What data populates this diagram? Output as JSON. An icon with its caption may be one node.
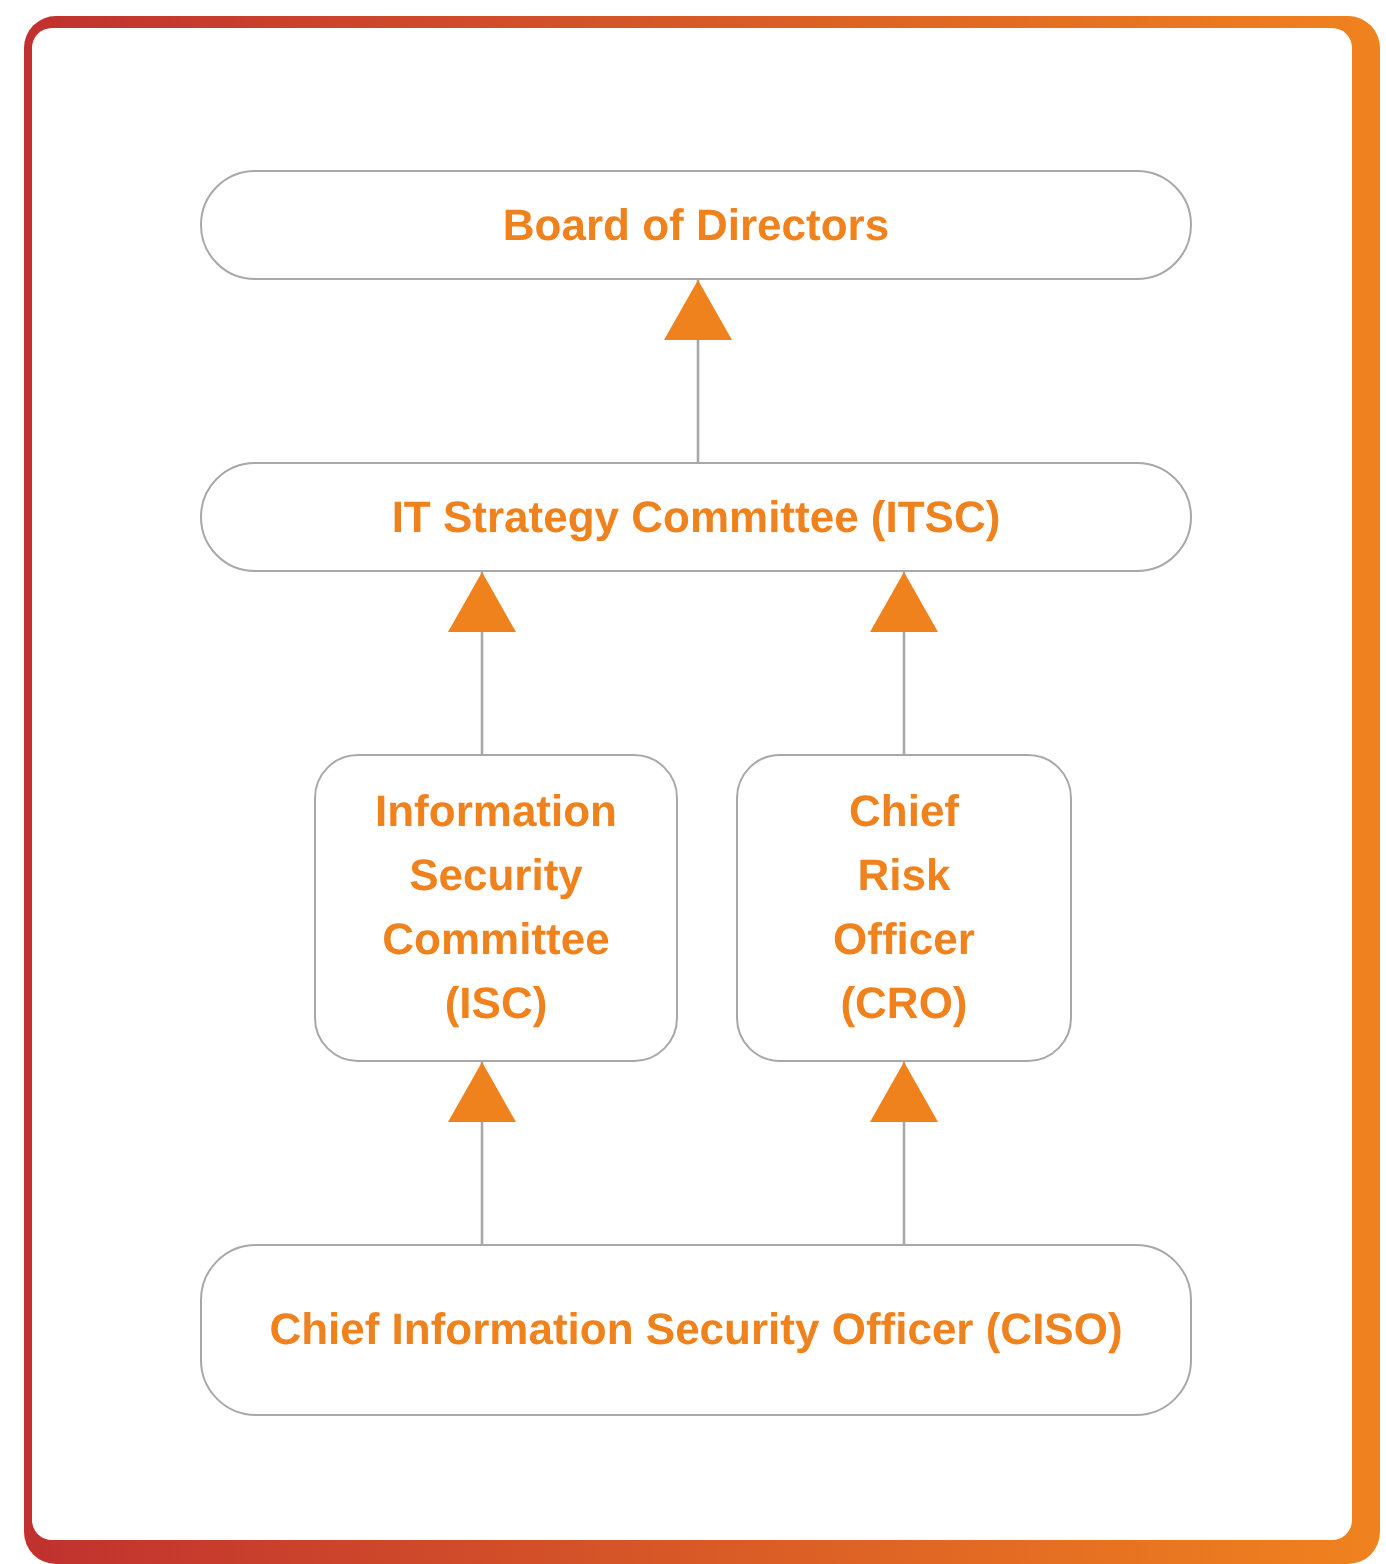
{
  "diagram": {
    "nodes": [
      {
        "text": [
          "Board of Directors"
        ]
      },
      {
        "text": [
          "IT Strategy Committee (ITSC)"
        ]
      },
      {
        "text": [
          "Information Security Committee (ISC)"
        ]
      },
      {
        "text": [
          "Chief Risk Officer (CRO)"
        ]
      },
      {
        "text": [
          "Chief Information Security Officer (CISO)"
        ]
      }
    ],
    "edges": [
      {
        "from": 1,
        "to": 0,
        "arrow": "to"
      },
      {
        "from": 2,
        "to": 1,
        "arrow": "to"
      },
      {
        "from": 3,
        "to": 1,
        "arrow": "to"
      },
      {
        "from": 4,
        "to": 2,
        "arrow": "to"
      },
      {
        "from": 4,
        "to": 3,
        "arrow": "to"
      }
    ]
  }
}
